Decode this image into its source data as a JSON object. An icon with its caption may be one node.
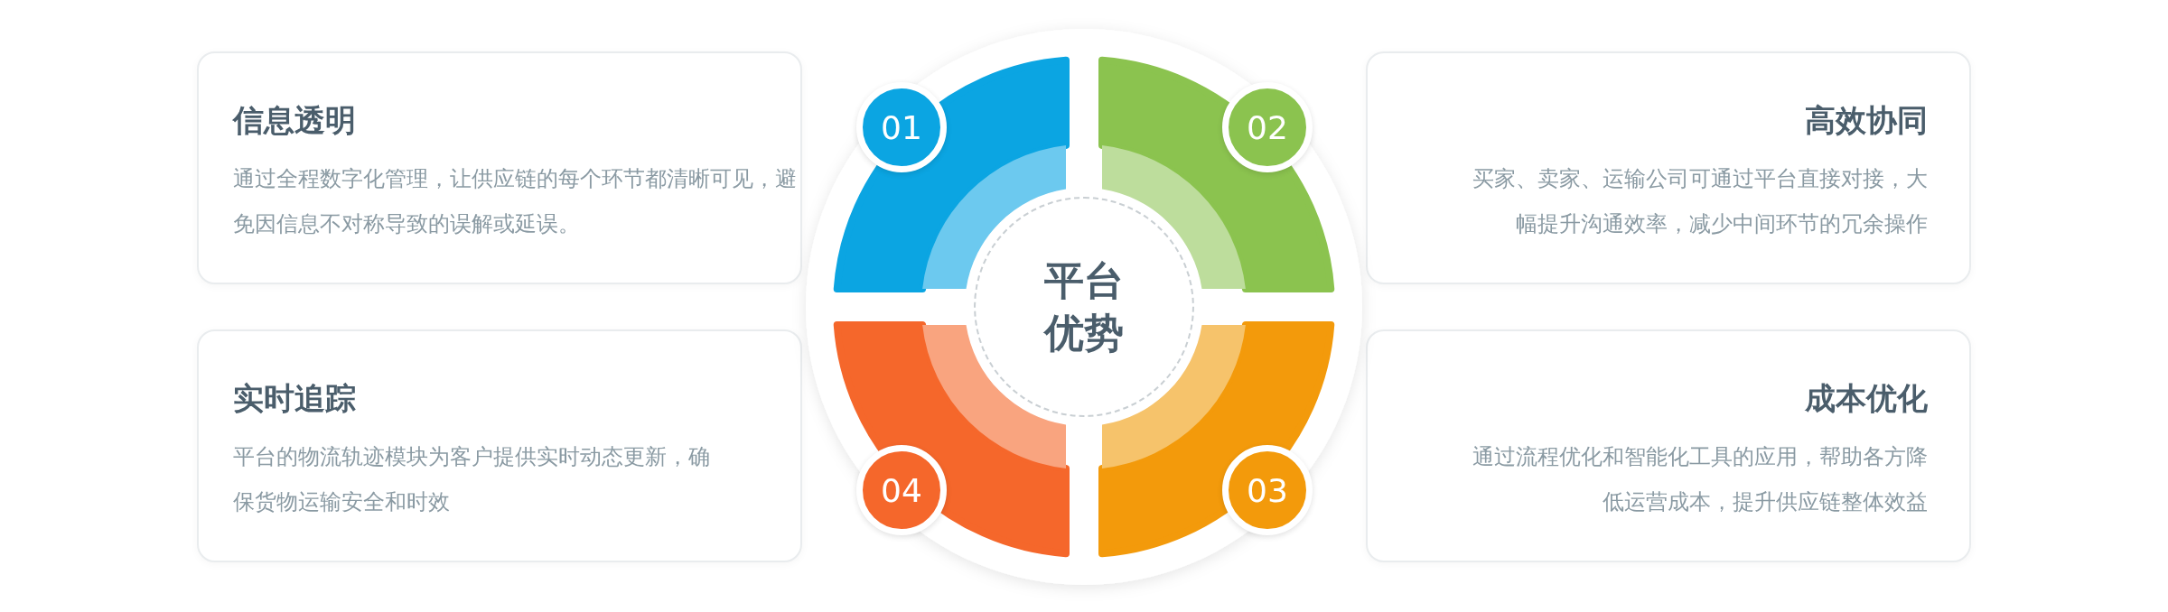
{
  "diagram": {
    "nodes": [
      {
        "text": [
          "平台优势"
        ]
      },
      {
        "text": [
          "信息透明",
          "通过全程数字化管理，让供应链的每个环节都清晰可见，避免因信息不对称导致的误解或延误。"
        ]
      },
      {
        "text": [
          "高效协同",
          "买家、卖家、运输公司可通过平台直接对接，大幅提升沟通效率，减少中间环节的冗余操作"
        ]
      },
      {
        "text": [
          "实时追踪",
          "平台的物流轨迹模块为客户提供实时动态更新，确保货物运输安全和时效"
        ]
      },
      {
        "text": [
          "成本优化",
          "通过流程优化和智能化工具的应用，帮助各方降低运营成本，提升供应链整体效益"
        ]
      },
      {
        "text": [
          "01"
        ]
      },
      {
        "text": [
          "02"
        ]
      },
      {
        "text": [
          "03"
        ]
      },
      {
        "text": [
          "04"
        ]
      }
    ],
    "edges": []
  }
}
